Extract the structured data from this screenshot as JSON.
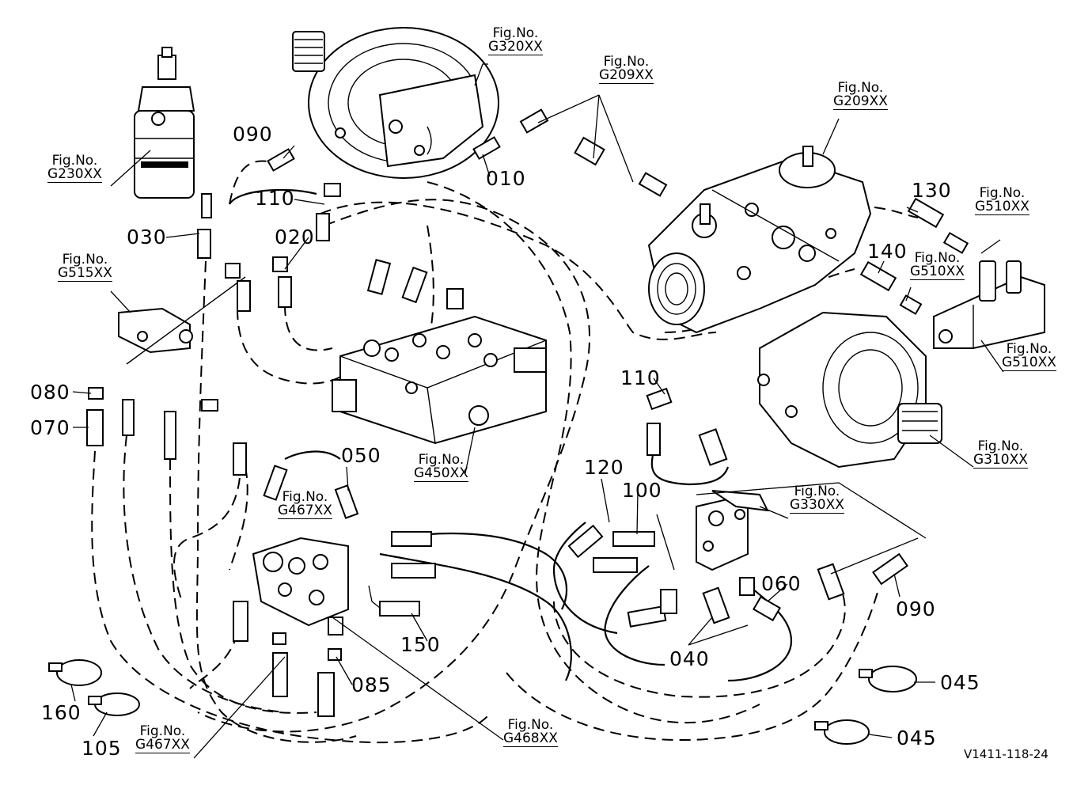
{
  "part_numbers": {
    "p010": "010",
    "p020": "020",
    "p030": "030",
    "p040": "040",
    "p045a": "045",
    "p045b": "045",
    "p050": "050",
    "p060": "060",
    "p070": "070",
    "p080": "080",
    "p085": "085",
    "p090a": "090",
    "p090b": "090",
    "p100": "100",
    "p105": "105",
    "p110a": "110",
    "p110b": "110",
    "p120": "120",
    "p130": "130",
    "p140": "140",
    "p150": "150",
    "p160": "160"
  },
  "figure_refs": {
    "prefix": "Fig.No.",
    "g320": "G320XX",
    "g209a": "G209XX",
    "g209b": "G209XX",
    "g230": "G230XX",
    "g515": "G515XX",
    "g510a": "G510XX",
    "g510b": "G510XX",
    "g510c": "G510XX",
    "g450": "G450XX",
    "g467a": "G467XX",
    "g467b": "G467XX",
    "g330": "G330XX",
    "g310": "G310XX",
    "g468": "G468XX"
  },
  "drawing_code": "V1411-118-24"
}
